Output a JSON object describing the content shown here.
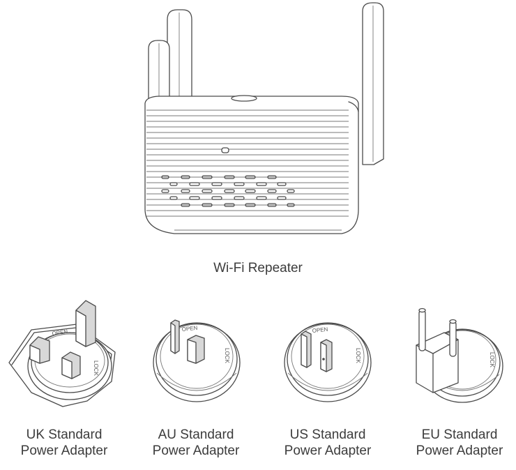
{
  "product": {
    "caption": "Wi-Fi Repeater"
  },
  "adapters": [
    {
      "line1": "UK Standard",
      "line2": "Power Adapter"
    },
    {
      "line1": "AU Standard",
      "line2": "Power Adapter"
    },
    {
      "line1": "US Standard",
      "line2": "Power Adapter"
    },
    {
      "line1": "EU Standard",
      "line2": "Power Adapter"
    }
  ],
  "adapter_labels": {
    "open": "OPEN",
    "lock": "LOCK"
  }
}
